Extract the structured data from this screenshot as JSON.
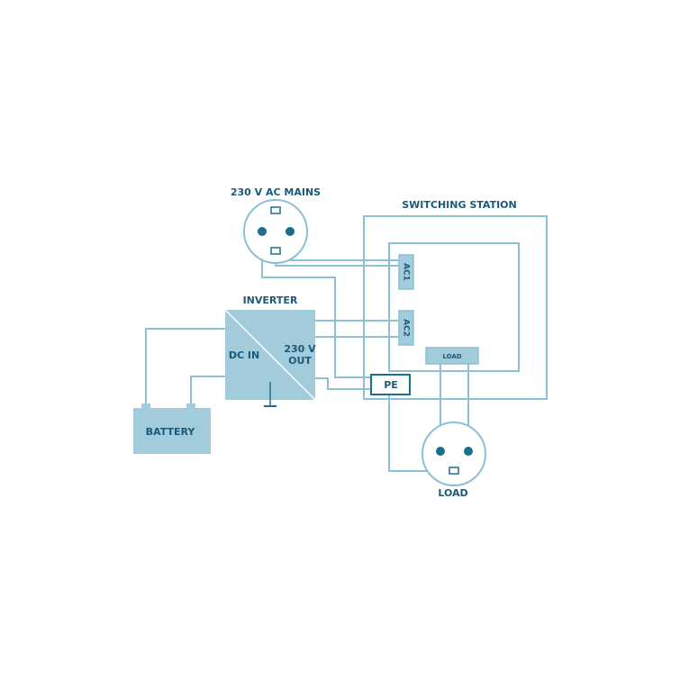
{
  "labels": {
    "mains": "230 V AC MAINS",
    "switching_station": "SWITCHING STATION",
    "inverter": "INVERTER",
    "dc_in": "DC IN",
    "out_line1": "230 V",
    "out_line2": "OUT",
    "battery": "BATTERY",
    "ac1": "AC1",
    "ac2": "AC2",
    "load_terminal": "LOAD",
    "pe": "PE",
    "load": "LOAD"
  },
  "colors": {
    "line": "#8cc0d2",
    "block_fill": "#a2cbdc",
    "text": "#1b5a78",
    "pin": "#1c6f8c"
  }
}
